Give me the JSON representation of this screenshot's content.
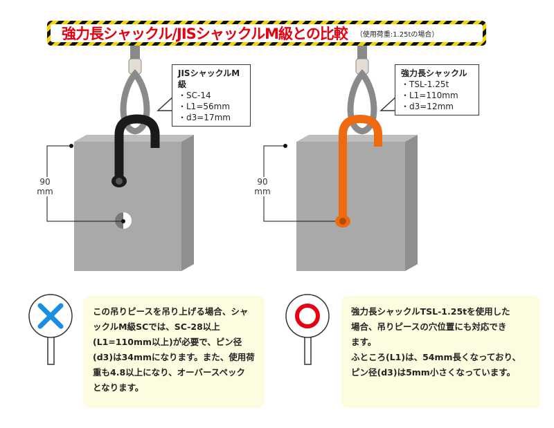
{
  "banner": {
    "title": "強力長シャックル/JISシャックルM級との比較",
    "subtitle": "（使用荷重:1.25tの場合）"
  },
  "left": {
    "callout": {
      "heading": "JISシャックルM級",
      "lines": [
        "・SC-14",
        "・L1=56mm",
        "・d3=17mm"
      ]
    },
    "dimension": {
      "value": "90",
      "unit": "mm"
    },
    "sign": "cross-icon",
    "note": [
      "この吊りピースを吊り上げる場合、シャ",
      "ックルM級SCでは、SC-28以上",
      "(L1=110mm以上)が必要で、ピン径",
      "(d3)は34mmになります。また、使用荷",
      "重も4.8以上になり、オーバースペック",
      "となります。"
    ]
  },
  "right": {
    "callout": {
      "heading": "強力長シャックル",
      "lines": [
        "・TSL-1.25t",
        "・L1=110mm",
        "・d3=12mm"
      ]
    },
    "dimension": {
      "value": "90",
      "unit": "mm"
    },
    "sign": "circle-ok-icon",
    "note": [
      "強力長シャックルTSL-1.25tを使用した",
      "場合、吊りピースの穴位置にも対応でき",
      "ます。",
      "ふところ(L1)は、54mm長くなっており、",
      "ピン径(d3)は5mm小さくなっています。"
    ]
  },
  "colors": {
    "title": "#e60012",
    "left_shackle": "#1a1a1a",
    "right_shackle": "#ee6a10",
    "cross": "#1a8ee0",
    "ok": "#e60012",
    "note_bg": "#fdfbe0"
  }
}
